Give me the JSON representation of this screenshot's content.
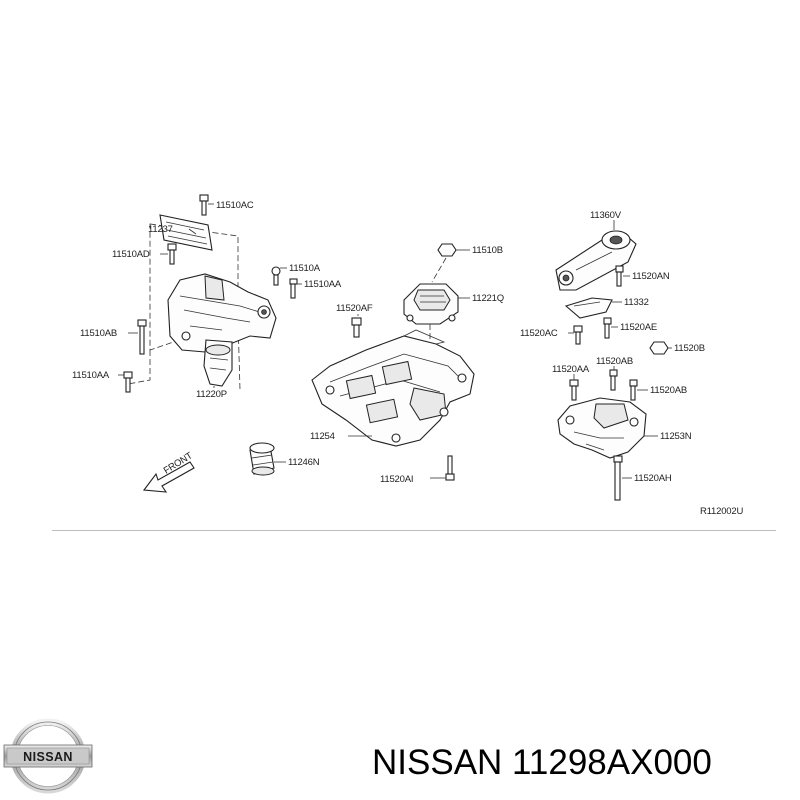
{
  "diagram": {
    "callouts": {
      "c11510AC": "11510AC",
      "c11237": "11237",
      "c11510AD": "11510AD",
      "c11510A": "11510A",
      "c11510AA_r": "11510AA",
      "c11510AB": "11510AB",
      "c11510AA_l": "11510AA",
      "c11220P": "11220P",
      "c11510B": "11510B",
      "c11520AF": "11520AF",
      "c11221Q": "11221Q",
      "c11254": "11254",
      "c11246N": "11246N",
      "c11520AI": "11520AI",
      "c11360V": "11360V",
      "c11520AN": "11520AN",
      "c11332": "11332",
      "c11520AC": "11520AC",
      "c11520AE": "11520AE",
      "c11520B": "11520B",
      "c11520AA": "11520AA",
      "c11520AB_top": "11520AB",
      "c11520AB_side": "11520AB",
      "c11253N": "11253N",
      "c11520AH": "11520AH"
    },
    "front_label": "FRONT",
    "reference_code": "R112002U"
  },
  "logo": {
    "text": "NISSAN"
  },
  "product": {
    "title": "NISSAN 11298AX000"
  }
}
